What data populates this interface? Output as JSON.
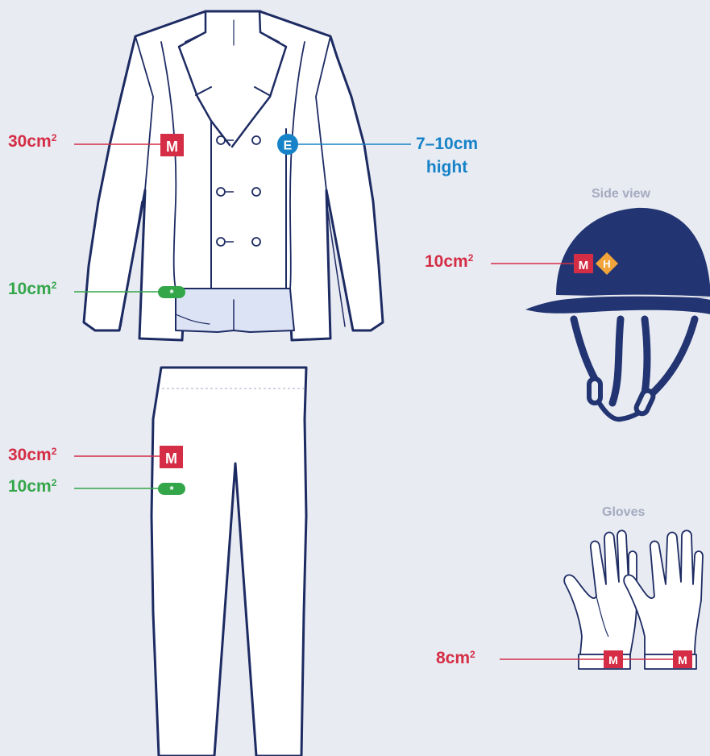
{
  "colors": {
    "background": "#E9EBF2",
    "outline": "#1D2B63",
    "jacket_fill": "#FFFFFF",
    "lining_fill": "#DCE3F5",
    "helmet_fill": "#223572",
    "logo_red": "#D42D45",
    "logo_green": "#33A64A",
    "logo_blue": "#1682C8",
    "logo_orange": "#F0A43A"
  },
  "markers": {
    "m": "M",
    "e": "E",
    "h": "H",
    "star": "*"
  },
  "labels": {
    "jacket_chest_area": "30cm",
    "jacket_hip_area": "10cm",
    "jacket_e_height_line1": "7–10cm",
    "jacket_e_height_line2": "hight",
    "trousers_m_area": "30cm",
    "trousers_star_area": "10cm",
    "helmet_area": "10cm",
    "gloves_area": "8cm",
    "squared": "2"
  },
  "headings": {
    "helmet": "Side view",
    "gloves": "Gloves"
  }
}
